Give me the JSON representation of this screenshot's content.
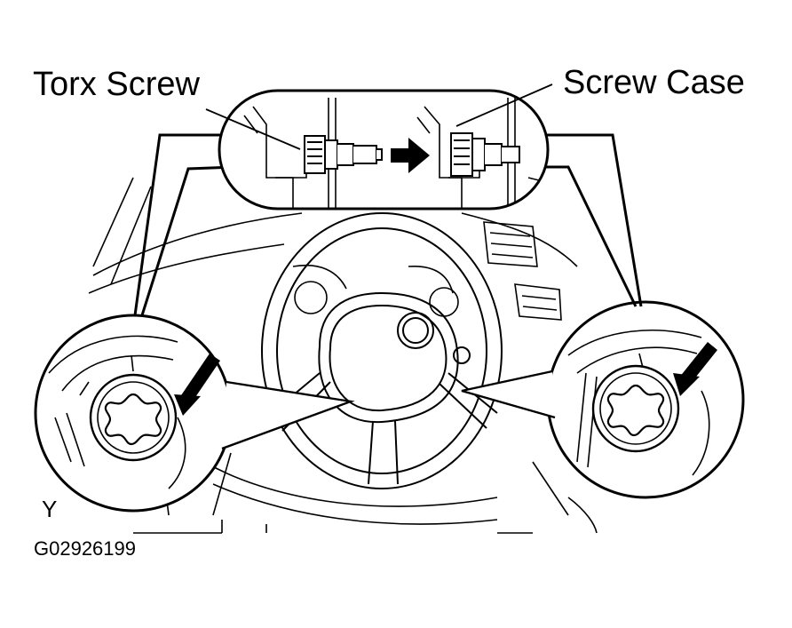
{
  "labels": {
    "torx_screw": "Torx Screw",
    "screw_case": "Screw Case",
    "view_marker": "Y",
    "figure_code": "G02926199"
  },
  "colors": {
    "line": "#000000",
    "background": "#ffffff"
  },
  "icons": [
    "torx-head-icon",
    "arrow-icon"
  ]
}
